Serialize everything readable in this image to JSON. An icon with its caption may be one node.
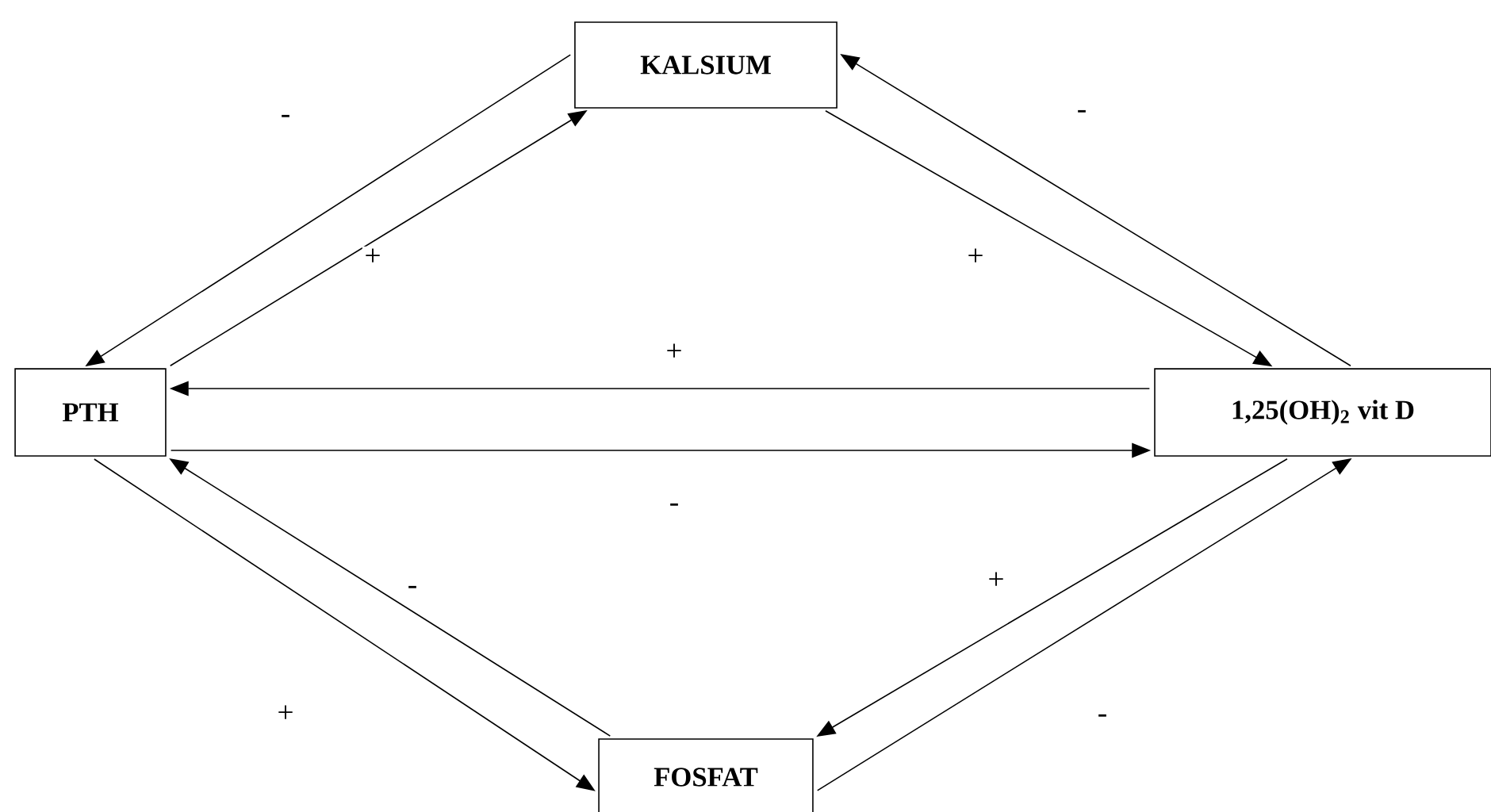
{
  "diagram": {
    "nodes": [
      {
        "text": [
          "KALSIUM"
        ]
      },
      {
        "text": [
          "PTH"
        ]
      },
      {
        "text": [
          "1,25(OH)$_{2}$ vit D"
        ]
      },
      {
        "text": [
          "FOSFAT"
        ]
      }
    ],
    "edges": [
      {
        "from": 0,
        "to": 1,
        "arrow": "to",
        "label": "-"
      },
      {
        "from": 1,
        "to": 0,
        "arrow": "to",
        "label": "+"
      },
      {
        "from": 2,
        "to": 0,
        "arrow": "to",
        "label": "-"
      },
      {
        "from": 0,
        "to": 2,
        "arrow": "to",
        "label": "+"
      },
      {
        "from": 2,
        "to": 1,
        "arrow": "to",
        "label": "+"
      },
      {
        "from": 1,
        "to": 2,
        "arrow": "to",
        "label": "-"
      },
      {
        "from": 3,
        "to": 1,
        "arrow": "to",
        "label": "-"
      },
      {
        "from": 1,
        "to": 3,
        "arrow": "to",
        "label": "+"
      },
      {
        "from": 2,
        "to": 3,
        "arrow": "to",
        "label": "+"
      },
      {
        "from": 3,
        "to": 2,
        "arrow": "to",
        "label": "-"
      }
    ]
  }
}
